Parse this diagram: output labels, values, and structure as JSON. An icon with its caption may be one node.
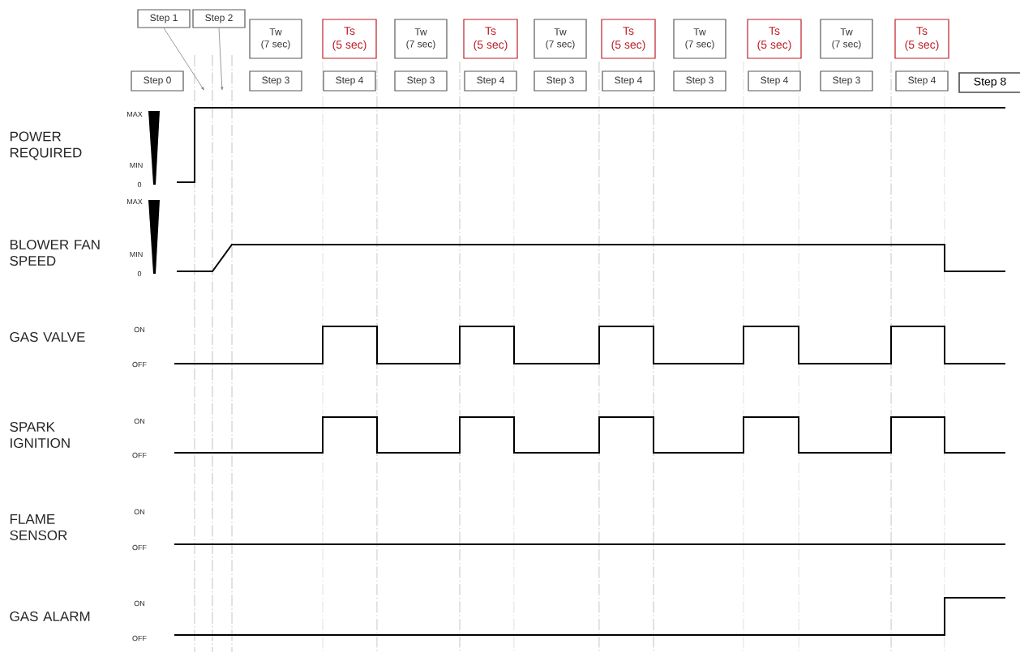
{
  "diagram": {
    "nodes": [
      {
        "text": [
          "Step 1"
        ]
      },
      {
        "text": [
          "Step 2"
        ]
      },
      {
        "text": [
          "Tw",
          "(7 sec)"
        ]
      },
      {
        "text": [
          "Ts",
          "(5 sec)"
        ]
      },
      {
        "text": [
          "Tw",
          "(7 sec)"
        ]
      },
      {
        "text": [
          "Ts",
          "(5 sec)"
        ]
      },
      {
        "text": [
          "Tw",
          "(7 sec)"
        ]
      },
      {
        "text": [
          "Ts",
          "(5 sec)"
        ]
      },
      {
        "text": [
          "Tw",
          "(7 sec)"
        ]
      },
      {
        "text": [
          "Ts",
          "(5 sec)"
        ]
      },
      {
        "text": [
          "Tw",
          "(7 sec)"
        ]
      },
      {
        "text": [
          "Ts",
          "(5 sec)"
        ]
      },
      {
        "text": [
          "Step 0"
        ]
      },
      {
        "text": [
          "Step 3"
        ]
      },
      {
        "text": [
          "Step 4"
        ]
      },
      {
        "text": [
          "Step 3"
        ]
      },
      {
        "text": [
          "Step 4"
        ]
      },
      {
        "text": [
          "Step 3"
        ]
      },
      {
        "text": [
          "Step 4"
        ]
      },
      {
        "text": [
          "Step 3"
        ]
      },
      {
        "text": [
          "Step 4"
        ]
      },
      {
        "text": [
          "Step 3"
        ]
      },
      {
        "text": [
          "Step 4"
        ]
      },
      {
        "text": [
          "Step 8"
        ]
      }
    ],
    "edges": [
      {
        "from": 0,
        "to": null,
        "arrow": "to"
      },
      {
        "from": 1,
        "to": null,
        "arrow": "to"
      }
    ],
    "labels": [
      "POWER REQUIRED",
      "MAX",
      "MIN",
      "0",
      "BLOWER FAN SPEED",
      "MAX",
      "MIN",
      "0",
      "GAS VALVE",
      "ON",
      "OFF",
      "SPARK IGNITION",
      "ON",
      "OFF",
      "FLAME SENSOR",
      "ON",
      "OFF",
      "GAS ALARM",
      "ON",
      "OFF"
    ]
  }
}
